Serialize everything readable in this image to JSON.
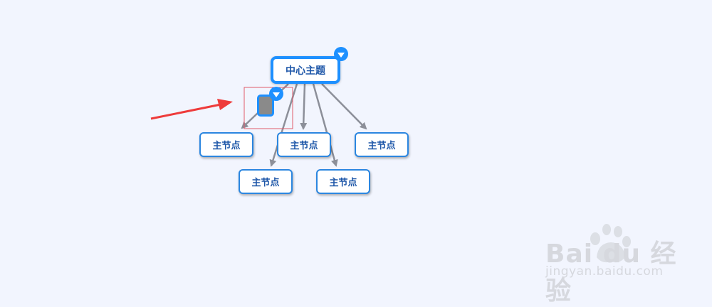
{
  "diagram": {
    "type": "mind-map",
    "root": {
      "label": "中心主题",
      "collapsible": true
    },
    "children": [
      {
        "label": "主节点"
      },
      {
        "label": "主节点"
      },
      {
        "label": "主节点"
      },
      {
        "label": "主节点"
      },
      {
        "label": "主节点"
      }
    ],
    "hidden_child": {
      "color": "#8a8a8a",
      "selected": true
    }
  },
  "colors": {
    "background": "#f2f5fe",
    "node_border": "#2b86e0",
    "node_text": "#1d56a8",
    "connector": "#8c8f99",
    "annotation_arrow": "#ee3b3b",
    "highlight_box": "#e05a6a"
  },
  "watermark": {
    "main": "Bai du 经验",
    "sub": "jingyan.baidu.com"
  }
}
